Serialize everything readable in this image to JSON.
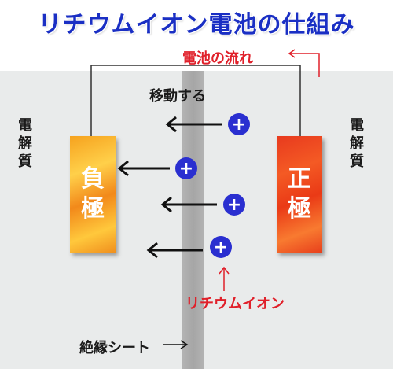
{
  "title": "リチウムイオン電池の仕組み",
  "current_flow_label": "電池の流れ",
  "move_label": "移動する",
  "left_electrolyte_label": [
    "電",
    "解",
    "質"
  ],
  "right_electrolyte_label": [
    "電",
    "解",
    "質"
  ],
  "negative_electrode_label": [
    "負",
    "極"
  ],
  "positive_electrode_label": [
    "正",
    "極"
  ],
  "lithium_ion_label": "リチウムイオン",
  "separator_label": "絶縁シート",
  "ion_symbol": "+",
  "ion_count": 4,
  "colors": {
    "title": "#1a2fc4",
    "ion": "#2a2fd0",
    "red_label": "#e0202a",
    "negative_electrode": "#f6a21e",
    "positive_electrode": "#e83a1e",
    "separator": "#a8a8a8",
    "panel": "#e9ebeb"
  }
}
